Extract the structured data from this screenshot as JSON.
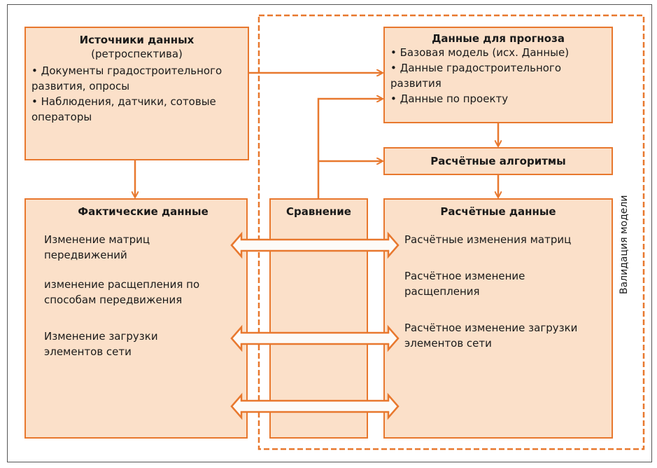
{
  "colors": {
    "accent": "#e8782e",
    "box_fill": "#fbe0c9"
  },
  "sources": {
    "title": "Источники данных",
    "subtitle": "(ретроспектива)",
    "items": [
      "•    Документы градостроительного развития, опросы",
      "•    Наблюдения, датчики, сотовые операторы"
    ]
  },
  "forecast": {
    "title": "Данные для прогноза",
    "items": [
      "• Базовая модель (исх. Данные)",
      "• Данные градостроительного развития",
      "• Данные по проекту"
    ]
  },
  "algorithms": {
    "title": "Расчётные алгоритмы"
  },
  "actual": {
    "title": "Фактические данные",
    "items": [
      "Изменение матриц передвижений",
      "изменение расщепления по способам передвижения",
      "Изменение загрузки элементов сети"
    ]
  },
  "comparison": {
    "title": "Сравнение"
  },
  "computed": {
    "title": "Расчётные данные",
    "items": [
      "Расчётные изменения матриц",
      "Расчётное изменение расщепления",
      "Расчётное изменение загрузки элементов сети"
    ]
  },
  "validation_label": "Валидация модели"
}
